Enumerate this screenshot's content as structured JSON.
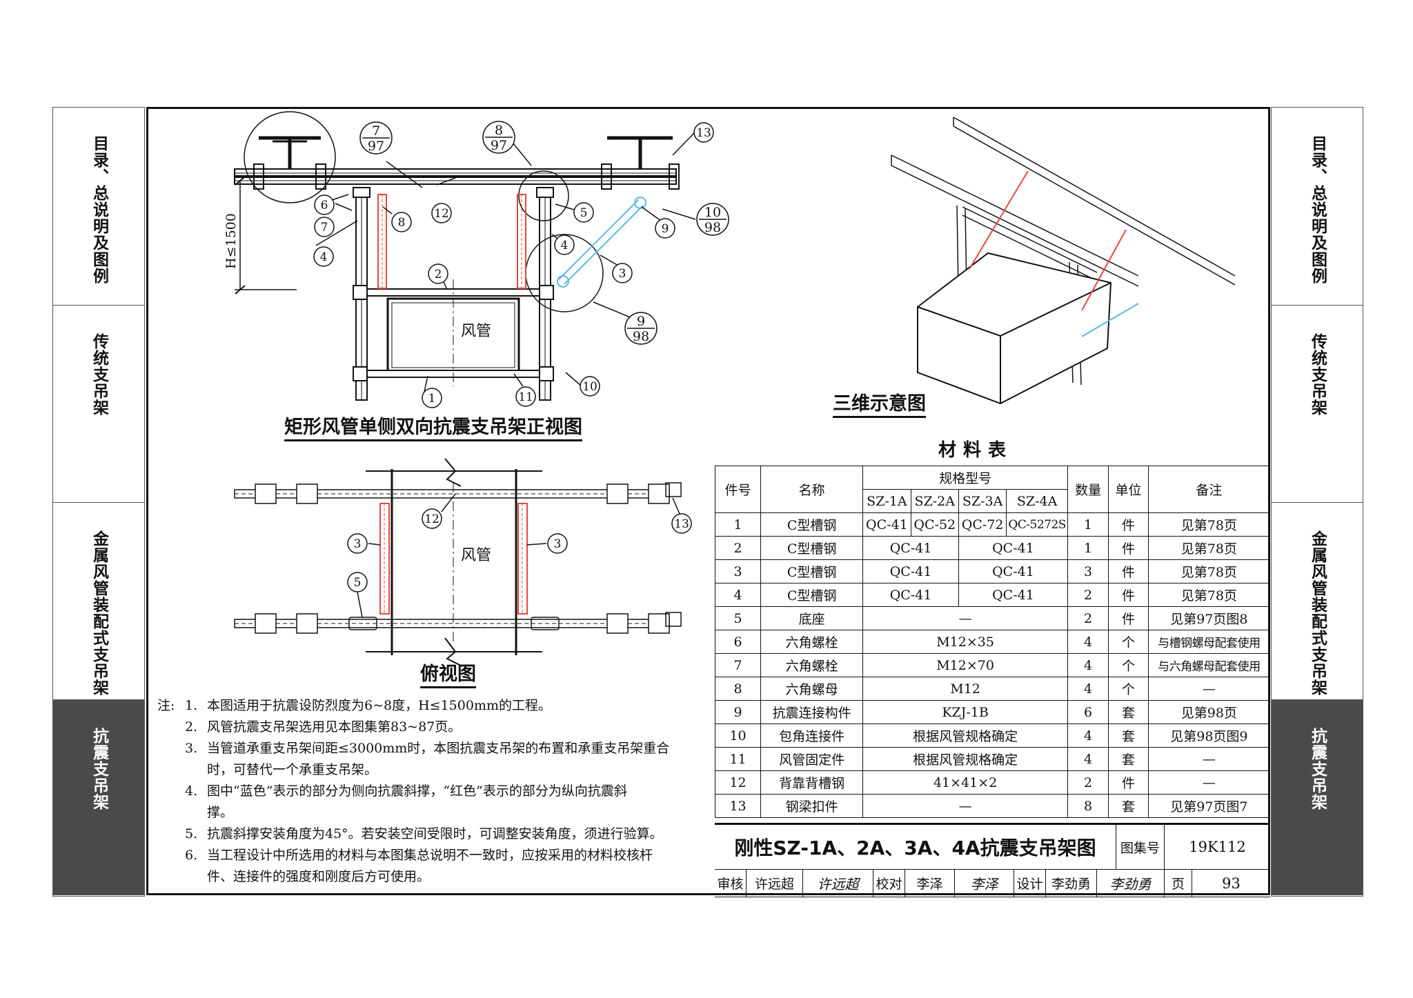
{
  "side_tabs": [
    "目录、总说明及图例",
    "传统支吊架",
    "金属风管装配式支吊架",
    "抗震支吊架"
  ],
  "active_tab": "抗震支吊架",
  "front_view": {
    "title": "矩形风管单侧双向抗震支吊架正视图",
    "duct_label": "风管",
    "height_label": "H≤1500",
    "callouts": [
      "1",
      "2",
      "3",
      "4",
      "4",
      "5",
      "6",
      "7",
      "8",
      "9",
      "10",
      "11",
      "12",
      "13"
    ],
    "refs": [
      [
        "7",
        "97"
      ],
      [
        "8",
        "97"
      ],
      [
        "10",
        "98"
      ],
      [
        "9",
        "98"
      ]
    ]
  },
  "top_view": {
    "title": "俯视图",
    "duct_label": "风管",
    "callouts": [
      "12",
      "13",
      "3",
      "3",
      "5"
    ]
  },
  "iso_view": {
    "title": "三维示意图"
  },
  "colors": {
    "lateral_brace": "#5ab8e8",
    "longitudinal_brace": "#e8473c"
  },
  "notes": {
    "label": "注:",
    "items": [
      {
        "n": "1.",
        "lines": [
          "本图适用于抗震设防烈度为6~8度，H≤1500mm的工程。"
        ]
      },
      {
        "n": "2.",
        "lines": [
          "风管抗震支吊架选用见本图集第83~87页。"
        ]
      },
      {
        "n": "3.",
        "lines": [
          "当管道承重支吊架间距≤3000mm时，本图抗震支吊架的布置和承重支吊架重合",
          "时，可替代一个承重支吊架。"
        ]
      },
      {
        "n": "4.",
        "lines": [
          "图中“蓝色”表示的部分为侧向抗震斜撑，“红色”表示的部分为纵向抗震斜",
          "撑。"
        ]
      },
      {
        "n": "5.",
        "lines": [
          "抗震斜撑安装角度为45°。若安装空间受限时，可调整安装角度，须进行验算。"
        ]
      },
      {
        "n": "6.",
        "lines": [
          "当工程设计中所选用的材料与本图集总说明不一致时，应按采用的材料校核杆",
          "件、连接件的强度和刚度后方可使用。"
        ]
      }
    ]
  },
  "material_table": {
    "title": "材料表",
    "headers": {
      "no": "件号",
      "name": "名称",
      "spec": "规格型号",
      "qty": "数量",
      "unit": "单位",
      "remark": "备注",
      "models": [
        "SZ-1A",
        "SZ-2A",
        "SZ-3A",
        "SZ-4A"
      ]
    },
    "rows": [
      {
        "no": "1",
        "name": "C型槽钢",
        "spec": [
          "QC-41",
          "QC-52",
          "QC-72",
          "QC-5272S"
        ],
        "qty": "1",
        "unit": "件",
        "remark": "见第78页"
      },
      {
        "no": "2",
        "name": "C型槽钢",
        "spec": [
          "QC-41",
          "QC-41"
        ],
        "qty": "1",
        "unit": "件",
        "remark": "见第78页"
      },
      {
        "no": "3",
        "name": "C型槽钢",
        "spec": [
          "QC-41",
          "QC-41"
        ],
        "qty": "3",
        "unit": "件",
        "remark": "见第78页"
      },
      {
        "no": "4",
        "name": "C型槽钢",
        "spec": [
          "QC-41",
          "QC-41"
        ],
        "qty": "2",
        "unit": "件",
        "remark": "见第78页"
      },
      {
        "no": "5",
        "name": "底座",
        "spec": [
          "—"
        ],
        "qty": "2",
        "unit": "件",
        "remark": "见第97页图8"
      },
      {
        "no": "6",
        "name": "六角螺栓",
        "spec": [
          "M12×35"
        ],
        "qty": "4",
        "unit": "个",
        "remark": "与槽钢螺母配套使用"
      },
      {
        "no": "7",
        "name": "六角螺栓",
        "spec": [
          "M12×70"
        ],
        "qty": "4",
        "unit": "个",
        "remark": "与六角螺母配套使用"
      },
      {
        "no": "8",
        "name": "六角螺母",
        "spec": [
          "M12"
        ],
        "qty": "4",
        "unit": "个",
        "remark": "—"
      },
      {
        "no": "9",
        "name": "抗震连接构件",
        "spec": [
          "KZJ-1B"
        ],
        "qty": "6",
        "unit": "套",
        "remark": "见第98页"
      },
      {
        "no": "10",
        "name": "包角连接件",
        "spec": [
          "根据风管规格确定"
        ],
        "qty": "4",
        "unit": "套",
        "remark": "见第98页图9"
      },
      {
        "no": "11",
        "name": "风管固定件",
        "spec": [
          "根据风管规格确定"
        ],
        "qty": "4",
        "unit": "套",
        "remark": "—"
      },
      {
        "no": "12",
        "name": "背靠背槽钢",
        "spec": [
          "41×41×2"
        ],
        "qty": "2",
        "unit": "件",
        "remark": "—"
      },
      {
        "no": "13",
        "name": "钢梁扣件",
        "spec": [
          "—"
        ],
        "qty": "8",
        "unit": "套",
        "remark": "见第97页图7"
      }
    ]
  },
  "title_block": {
    "drawing_title": "刚性SZ-1A、2A、3A、4A抗震支吊架图",
    "atlas_label": "图集号",
    "atlas_no": "19K112",
    "review_label": "审核",
    "reviewer": "许远超",
    "reviewer_sig": "许远超",
    "check_label": "校对",
    "checker": "李泽",
    "checker_sig": "李泽",
    "design_label": "设计",
    "designer": "李劲勇",
    "designer_sig": "李劲勇",
    "page_label": "页",
    "page_no": "93"
  }
}
